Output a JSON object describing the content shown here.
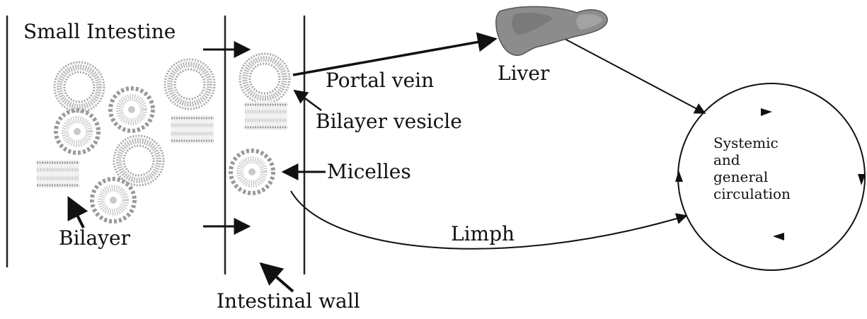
{
  "diagram": {
    "labels": {
      "small_intestine": "Small Intestine",
      "portal_vein": "Portal vein",
      "liver": "Liver",
      "bilayer_vesicle": "Bilayer vesicle",
      "micelles": "Micelles",
      "bilayer": "Bilayer",
      "limph": "Limph",
      "intestinal_wall": "Intestinal wall",
      "circulation": "Systemic and general circulation"
    },
    "circulation_lines": [
      "Systemic",
      "and",
      "general",
      "circulation"
    ],
    "colors": {
      "ink": "#111111",
      "particle": "#9a9a9a",
      "liver": "#8c8c8c"
    },
    "icons": [
      "liver-icon",
      "vesicle-icon",
      "micelle-icon",
      "bilayer-sheet-icon"
    ]
  }
}
